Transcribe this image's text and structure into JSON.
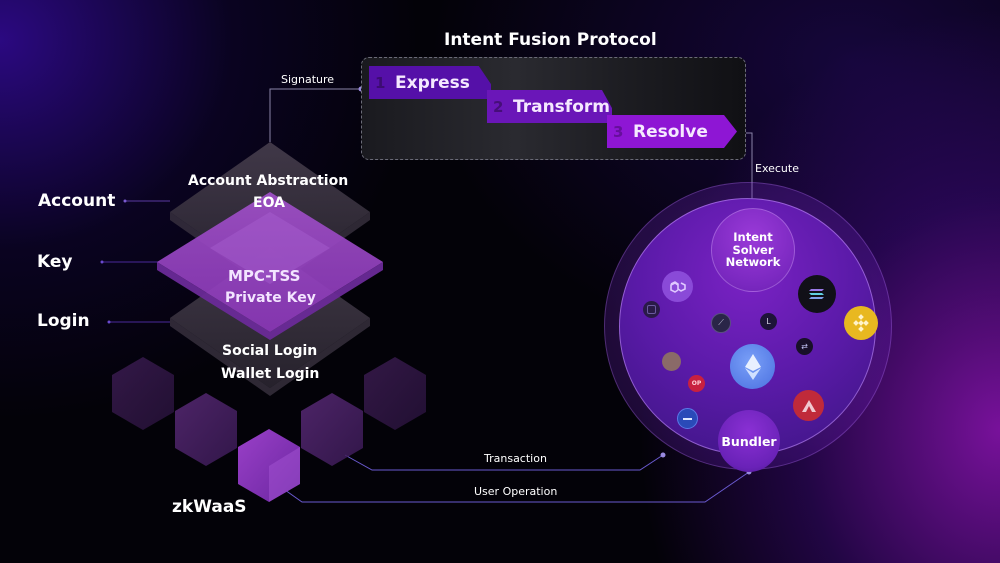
{
  "title": "Intent Fusion Protocol",
  "protocol_steps": [
    {
      "number": "1",
      "label": "Express"
    },
    {
      "number": "2",
      "label": "Transform"
    },
    {
      "number": "3",
      "label": "Resolve"
    }
  ],
  "connectors": {
    "signature": "Signature",
    "execute": "Execute",
    "transaction": "Transaction",
    "user_operation": "User Operation"
  },
  "layers": {
    "account": {
      "side_label": "Account",
      "line1": "Account Abstraction",
      "line2": "EOA"
    },
    "key": {
      "side_label": "Key",
      "line1": "MPC-TSS",
      "line2": "Private Key"
    },
    "login": {
      "side_label": "Login",
      "line1": "Social Login",
      "line2": "Wallet Login"
    }
  },
  "zkwaas_label": "zkWaaS",
  "network": {
    "solver_label_1": "Intent",
    "solver_label_2": "Solver",
    "solver_label_3": "Network",
    "bundler_label": "Bundler",
    "chain_icons": [
      "polygon-icon",
      "solana-icon",
      "bnb-icon",
      "ethereum-icon",
      "avalanche-icon",
      "arbitrum-icon",
      "linea-icon",
      "optimism-icon",
      "zksync-icon",
      "scroll-icon",
      "base-icon",
      "gnosis-icon"
    ],
    "op_badge": "OP"
  },
  "colors": {
    "step1": "#5510a8",
    "step2": "#6a16b8",
    "step3": "#8e16d4",
    "network_inner": "#5a1aa8",
    "line": "#7a6ad8"
  }
}
